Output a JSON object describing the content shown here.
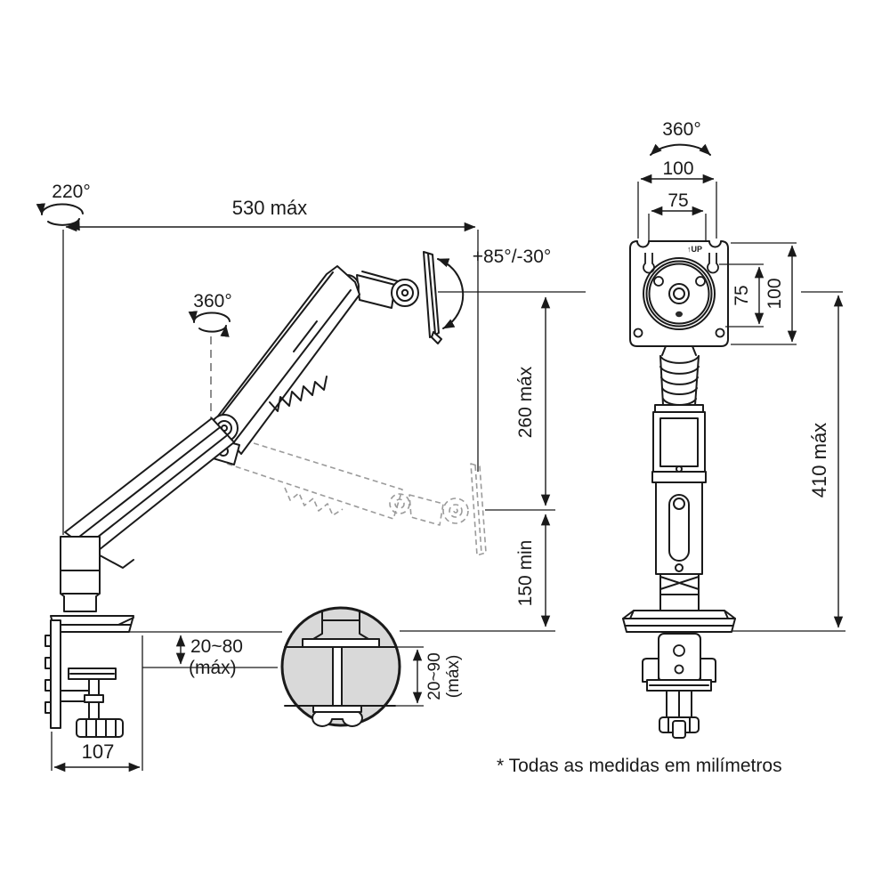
{
  "drawing": {
    "kind": "technical dimension drawing - articulated gas-spring desk monitor arm",
    "footnote": "* Todas as medidas em milímetros",
    "side_view": {
      "base_rotation": "220°",
      "reach": "530 máx",
      "arm_rotation": "360°",
      "tilt_range": "+85°/-30°",
      "lift_max": "260 máx",
      "lift_min": "150 min",
      "clamp_thickness_value": "20~80",
      "clamp_thickness_suffix": "(máx)",
      "base_depth": "107"
    },
    "detail_view": {
      "grommet_thickness_value": "20~90",
      "grommet_thickness_suffix": "(máx)"
    },
    "front_view": {
      "vesa_rotation": "360°",
      "plate_width": "100",
      "vesa_width": "75",
      "vesa_height": "75",
      "plate_height": "100",
      "column_height": "410 máx",
      "up_marking": "↑UP"
    },
    "colors": {
      "line": "#1a1a1a",
      "ghost": "#9b9b9b",
      "detail_fill": "#d9d9d9"
    }
  }
}
